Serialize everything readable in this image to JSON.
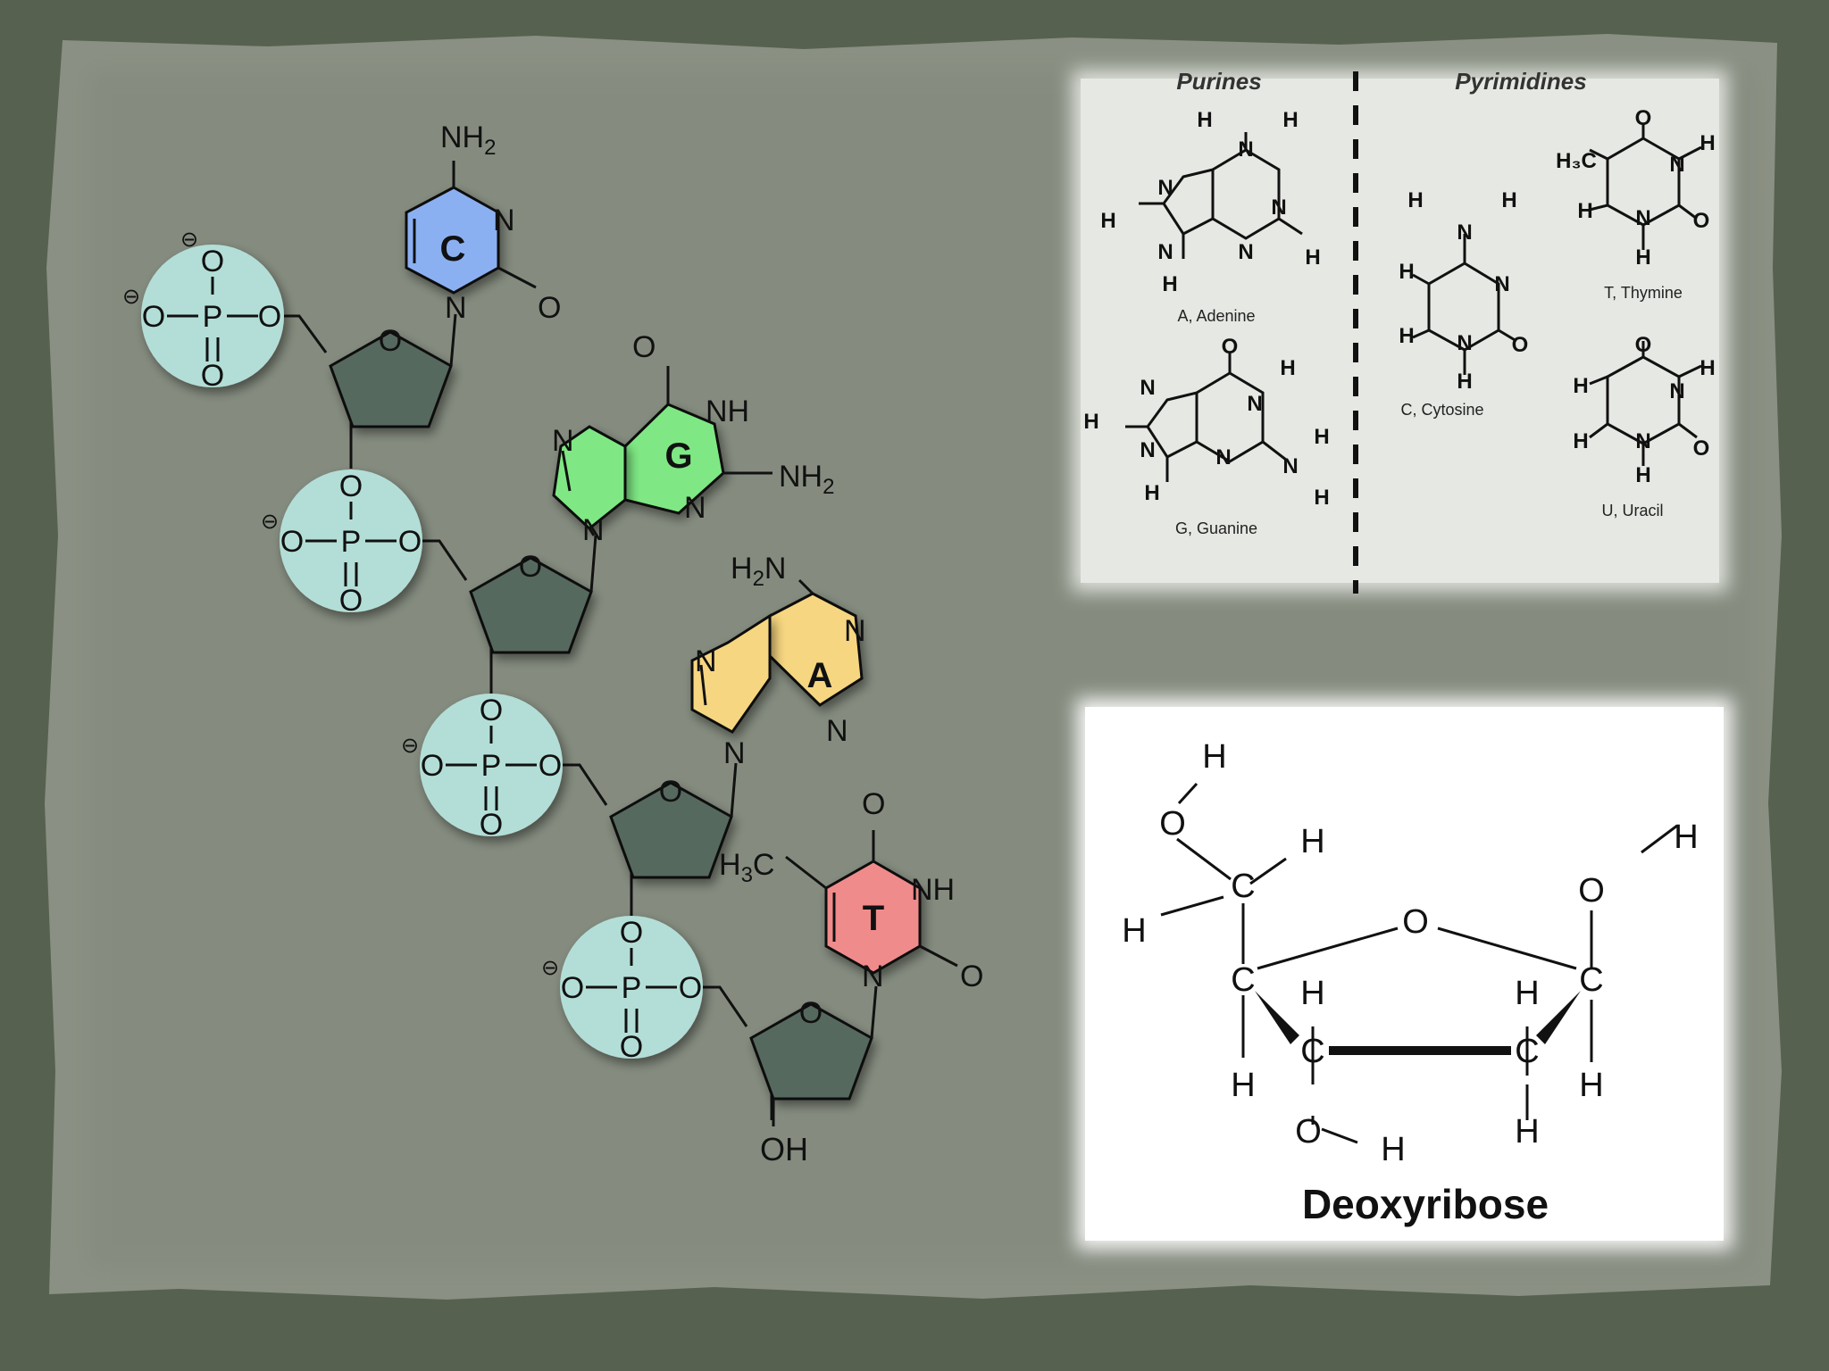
{
  "colors": {
    "frame": "#56614f",
    "paper": "#8a9083",
    "phosphate": "#b3ded7",
    "sugar": "#56695f",
    "cytosine": "#8bb0f2",
    "guanine": "#7fe884",
    "adenine": "#f6d680",
    "thymine": "#f08b8b",
    "panel": "#e6e8e3",
    "panel_white": "#ffffff"
  },
  "strand": {
    "phosphate": {
      "o": "O",
      "p": "P",
      "charge": "⊖"
    },
    "sugar_ring_o": "O",
    "oh_3prime": "OH",
    "bases": {
      "c": {
        "letter": "C",
        "nh2": "NH",
        "nh2_sub": "2",
        "n3": "N",
        "o": "O",
        "n1": "N"
      },
      "g": {
        "letter": "G",
        "o": "O",
        "nh": "NH",
        "n7": "N",
        "n3": "N",
        "nh2": "NH",
        "nh2_sub": "2",
        "n9": "N"
      },
      "a": {
        "letter": "A",
        "h2n_h": "H",
        "h2n_sub": "2",
        "h2n_n": "N",
        "n1": "N",
        "n7": "N",
        "n3": "N",
        "n9": "N"
      },
      "t": {
        "letter": "T",
        "o": "O",
        "nh": "NH",
        "h3c_h": "H",
        "h3c_sub": "3",
        "h3c_c": "C",
        "o2": "O",
        "n1": "N"
      }
    }
  },
  "bases_panel": {
    "purines_title": "Purines",
    "pyrimidines_title": "Pyrimidines",
    "adenine_label": "A, Adenine",
    "guanine_label": "G, Guanine",
    "cytosine_label": "C, Cytosine",
    "thymine_label": "T, Thymine",
    "uracil_label": "U, Uracil",
    "atoms": {
      "h": "H",
      "n": "N",
      "o": "O",
      "h3c": "H₃C"
    }
  },
  "deoxyribose_panel": {
    "title": "Deoxyribose",
    "atoms": {
      "h": "H",
      "o": "O",
      "c": "C"
    }
  }
}
